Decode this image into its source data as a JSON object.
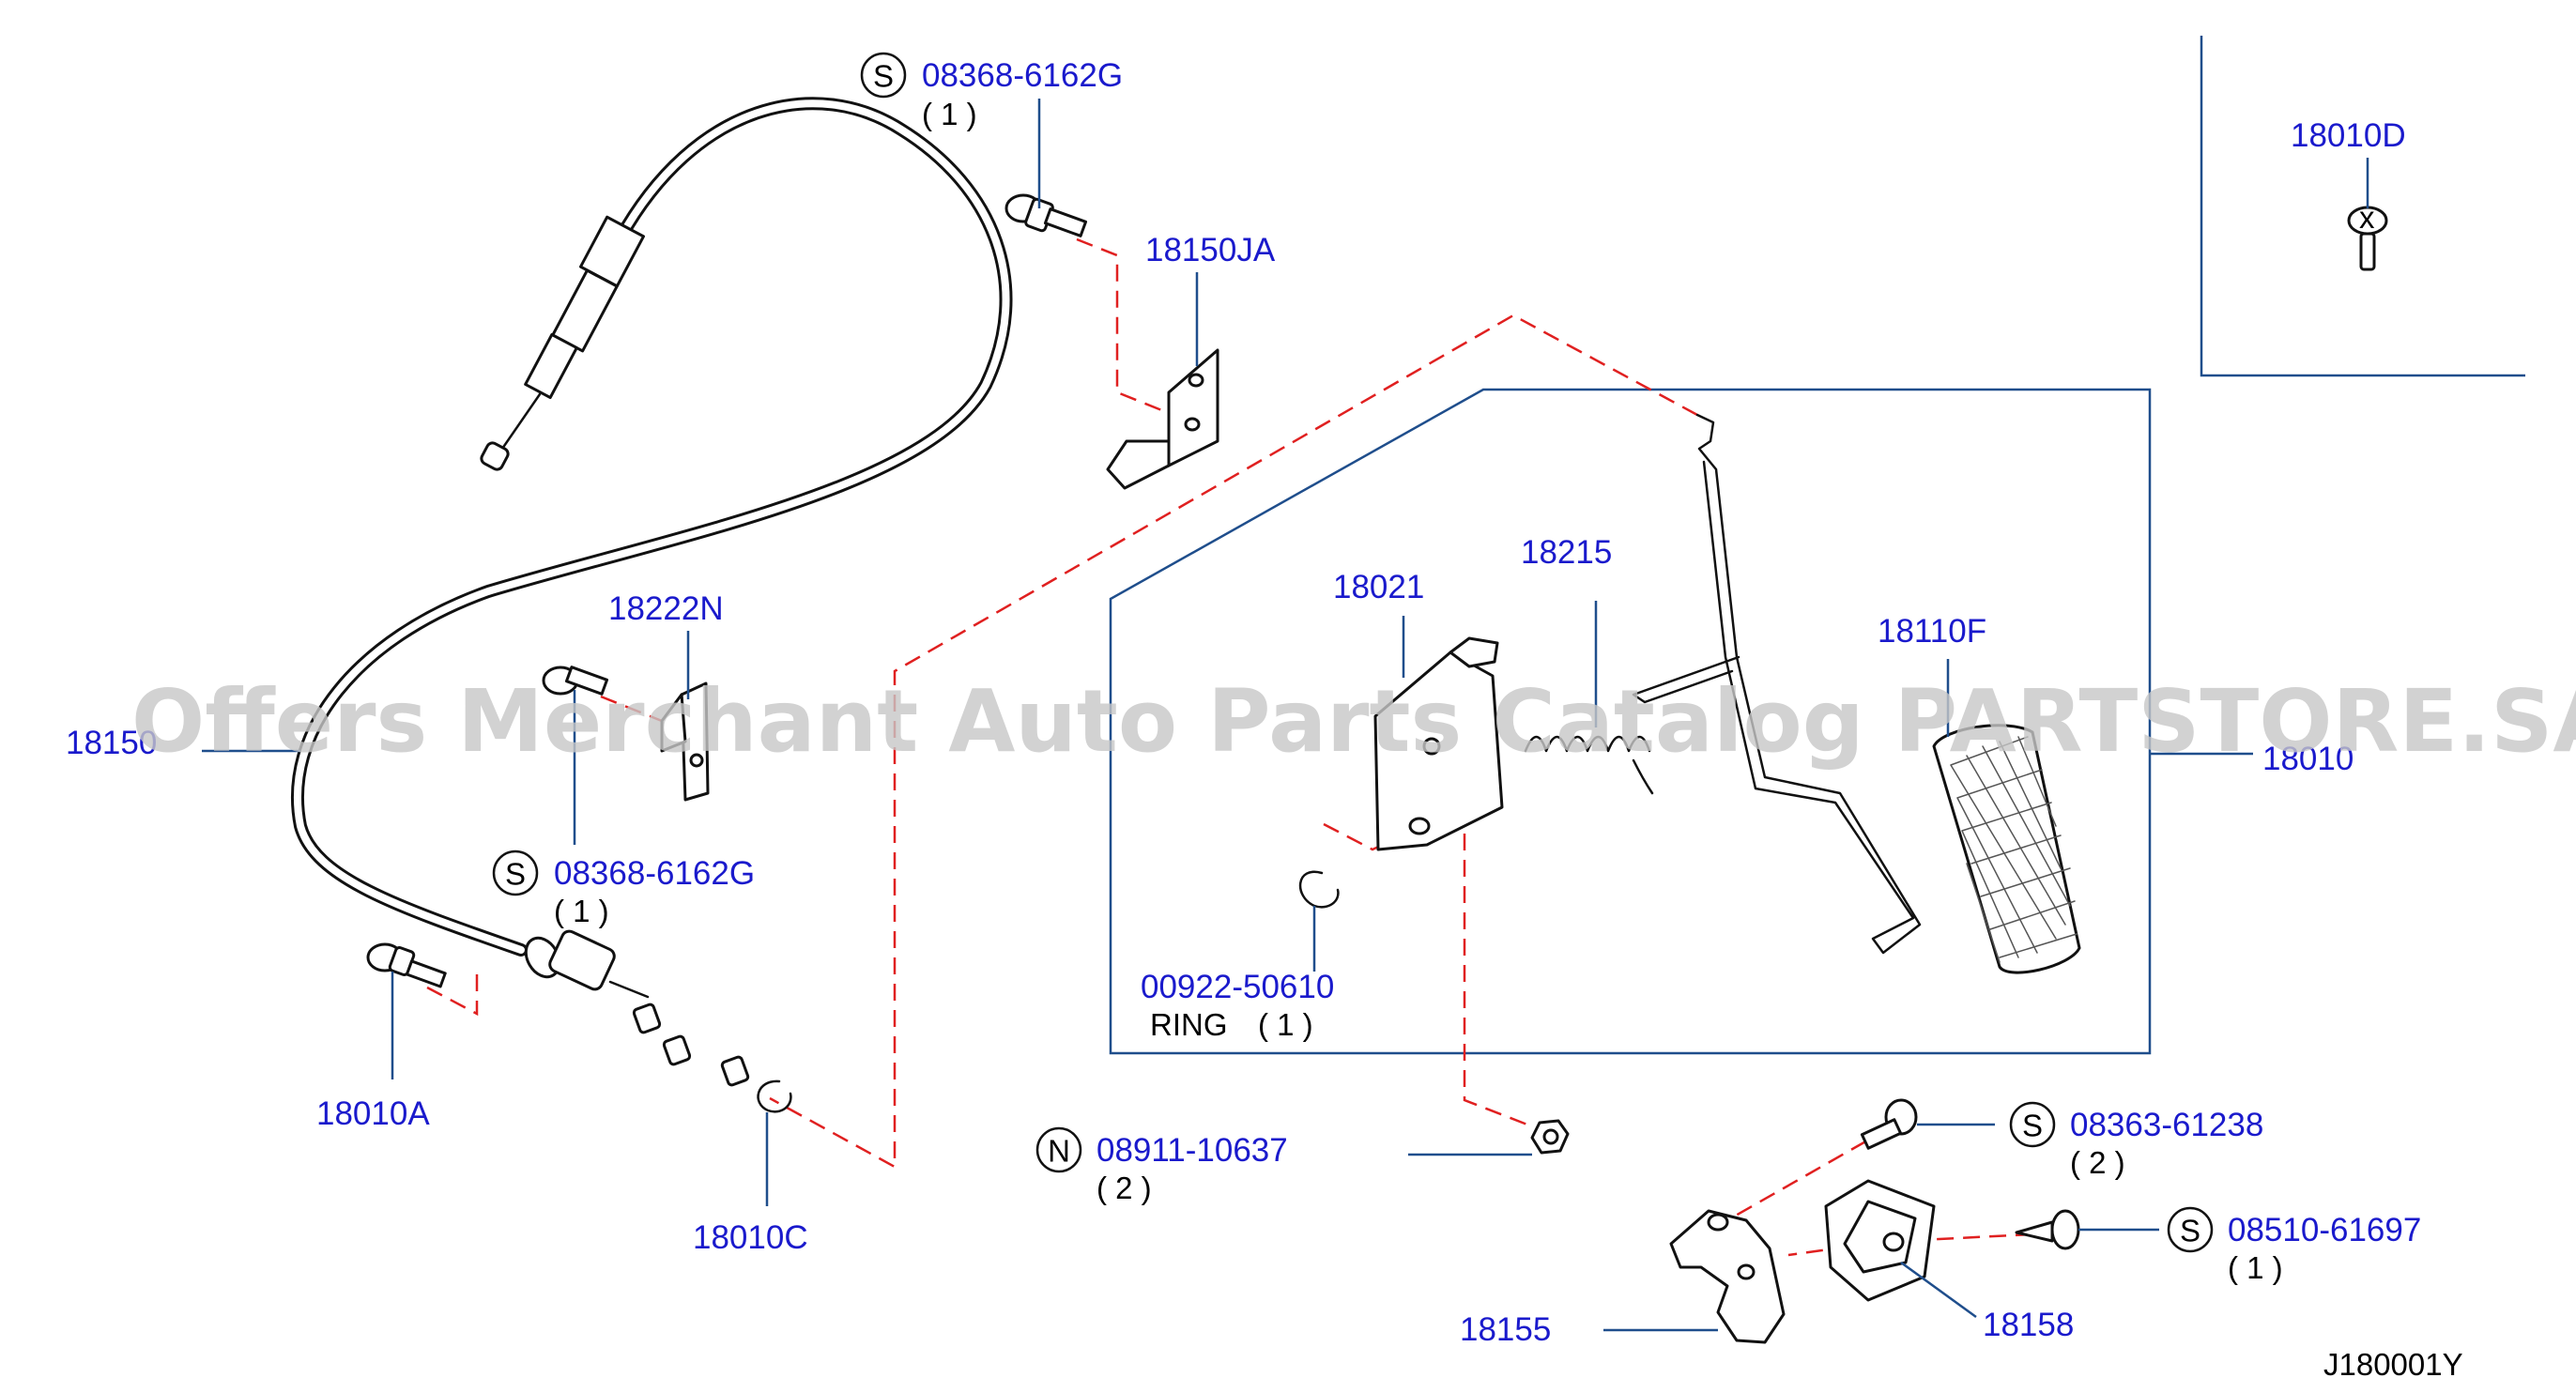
{
  "watermark": "Offers Merchant Auto Parts Catalog PARTSTORE.SA",
  "diagram_code": "J180001Y",
  "callouts": {
    "bolt_top": {
      "prefix": "S",
      "number": "08368-6162G",
      "qty": "( 1 )"
    },
    "bolt_mid": {
      "prefix": "S",
      "number": "08368-6162G",
      "qty": "( 1 )"
    },
    "nut": {
      "prefix": "N",
      "number": "08911-10637",
      "qty": "( 2 )"
    },
    "bolt_bracket": {
      "prefix": "S",
      "number": "08363-61238",
      "qty": "( 2 )"
    },
    "screw": {
      "prefix": "S",
      "number": "08510-61697",
      "qty": "( 1 )"
    }
  },
  "labels": {
    "bracket_top": "18150JA",
    "clip_d": "18010D",
    "clip_n": "18222N",
    "cable": "18150",
    "clip_a": "18010A",
    "clip_c": "18010C",
    "pedal_bracket": "18021",
    "spring": "18215",
    "pad": "18110F",
    "assy": "18010",
    "ring_number": "00922-50610",
    "ring_name": "RING",
    "ring_qty": "( 1 )",
    "stopper_bracket": "18155",
    "stopper": "18158"
  }
}
